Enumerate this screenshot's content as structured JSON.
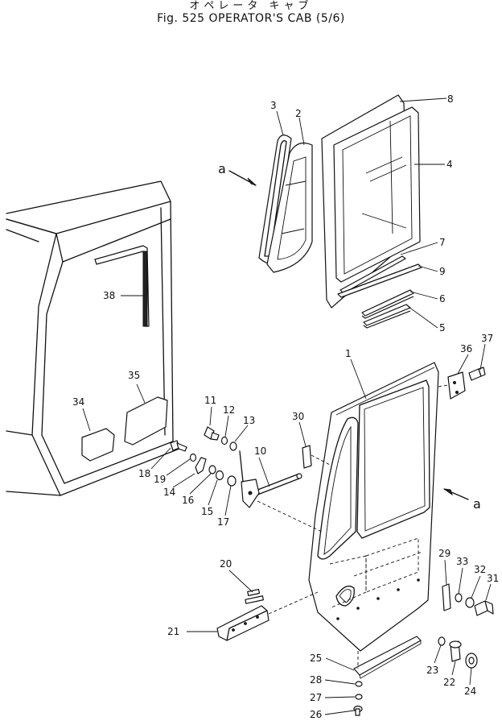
{
  "header": {
    "title_jp": "オペレータ キャブ",
    "title_en": "Fig. 525 OPERATOR'S CAB (5/6)"
  },
  "callouts": {
    "a_top": "a",
    "a_right": "a",
    "p1": "1",
    "p2": "2",
    "p3": "3",
    "p4": "4",
    "p5": "5",
    "p6": "6",
    "p7": "7",
    "p8": "8",
    "p9": "9",
    "p10": "10",
    "p11": "11",
    "p12": "12",
    "p13": "13",
    "p14": "14",
    "p15": "15",
    "p16": "16",
    "p17": "17",
    "p18": "18",
    "p19": "19",
    "p20": "20",
    "p21": "21",
    "p22": "22",
    "p23": "23",
    "p24": "24",
    "p25": "25",
    "p26": "26",
    "p27": "27",
    "p28": "28",
    "p29": "29",
    "p30": "30",
    "p31": "31",
    "p32": "32",
    "p33": "33",
    "p34": "34",
    "p35": "35",
    "p36": "36",
    "p37": "37",
    "p38": "38"
  }
}
